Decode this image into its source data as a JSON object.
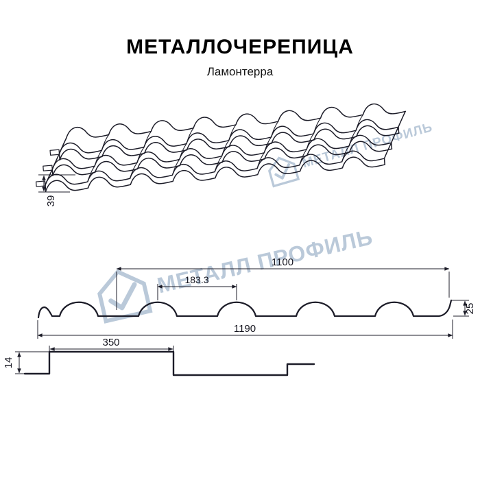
{
  "header": {
    "title": "МЕТАЛЛОЧЕРЕПИЦА",
    "subtitle": "Ламонтерра"
  },
  "watermark": {
    "text": "МЕТАЛЛ ПРОФИЛЬ"
  },
  "drawings": {
    "perspective": {
      "step_height": "39"
    },
    "cross_section": {
      "cover_width": "1100",
      "wave_pitch": "183.3",
      "profile_height": "25",
      "overall_width": "1190"
    },
    "longitudinal": {
      "module_length": "350",
      "step_height": "14"
    }
  },
  "colors": {
    "line": "#1c1c28",
    "watermark": "#afc0d3",
    "background": "#ffffff"
  }
}
